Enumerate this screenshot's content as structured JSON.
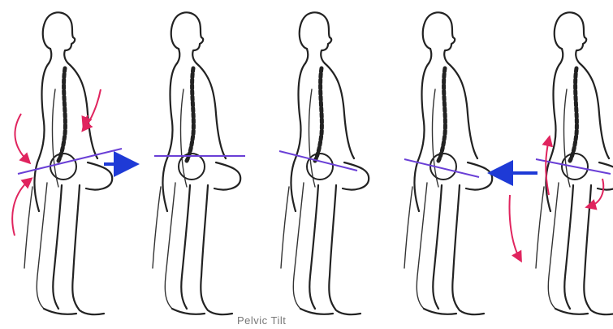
{
  "caption": "Pelvic Tilt",
  "colors": {
    "outline": "#222222",
    "pelvis_line": "#6a3fd6",
    "arrow_blue": "#1e3ad6",
    "arrow_red": "#e0245e"
  },
  "figures": [
    {
      "name": "figure-1",
      "tilt": "anterior",
      "motion_arrows": "red",
      "shift_arrow": "right"
    },
    {
      "name": "figure-2",
      "tilt": "neutral",
      "motion_arrows": "none",
      "shift_arrow": "none"
    },
    {
      "name": "figure-3",
      "tilt": "slight-posterior",
      "motion_arrows": "none",
      "shift_arrow": "none"
    },
    {
      "name": "figure-4",
      "tilt": "posterior",
      "motion_arrows": "none",
      "shift_arrow": "left"
    },
    {
      "name": "figure-5",
      "tilt": "posterior",
      "motion_arrows": "red",
      "shift_arrow": "none"
    }
  ]
}
